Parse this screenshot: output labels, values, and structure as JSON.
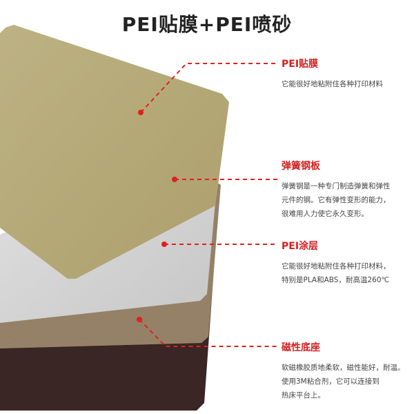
{
  "page": {
    "title": "PEI贴膜+PEI喷砂"
  },
  "callouts": [
    {
      "heading": "PEI贴膜",
      "body": "它能很好地粘附住各种打印材料"
    },
    {
      "heading": "弹簧钢板",
      "body": "弹簧钢是一种专门制造弹簧和弹性\n元件的钢。它有弹性变形的能力，\n很难用人力使它永久变形。"
    },
    {
      "heading": "PEI涂层",
      "body": "它能很好地粘附住各种打印材料，\n特别是PLA和ABS，耐高温260℃"
    },
    {
      "heading": "磁性底座",
      "body": "软磁橡胶质地柔软，磁性能好，耐温。\n使用3M粘合剂，它可以连接到\n热床平台上。"
    }
  ],
  "colors": {
    "accent": "#e02020",
    "pei_film": "#b9ae7c",
    "spring_steel": "#d4d4d4",
    "pei_coating": "#9f8a6e",
    "magnetic_base": "#3a2624"
  }
}
